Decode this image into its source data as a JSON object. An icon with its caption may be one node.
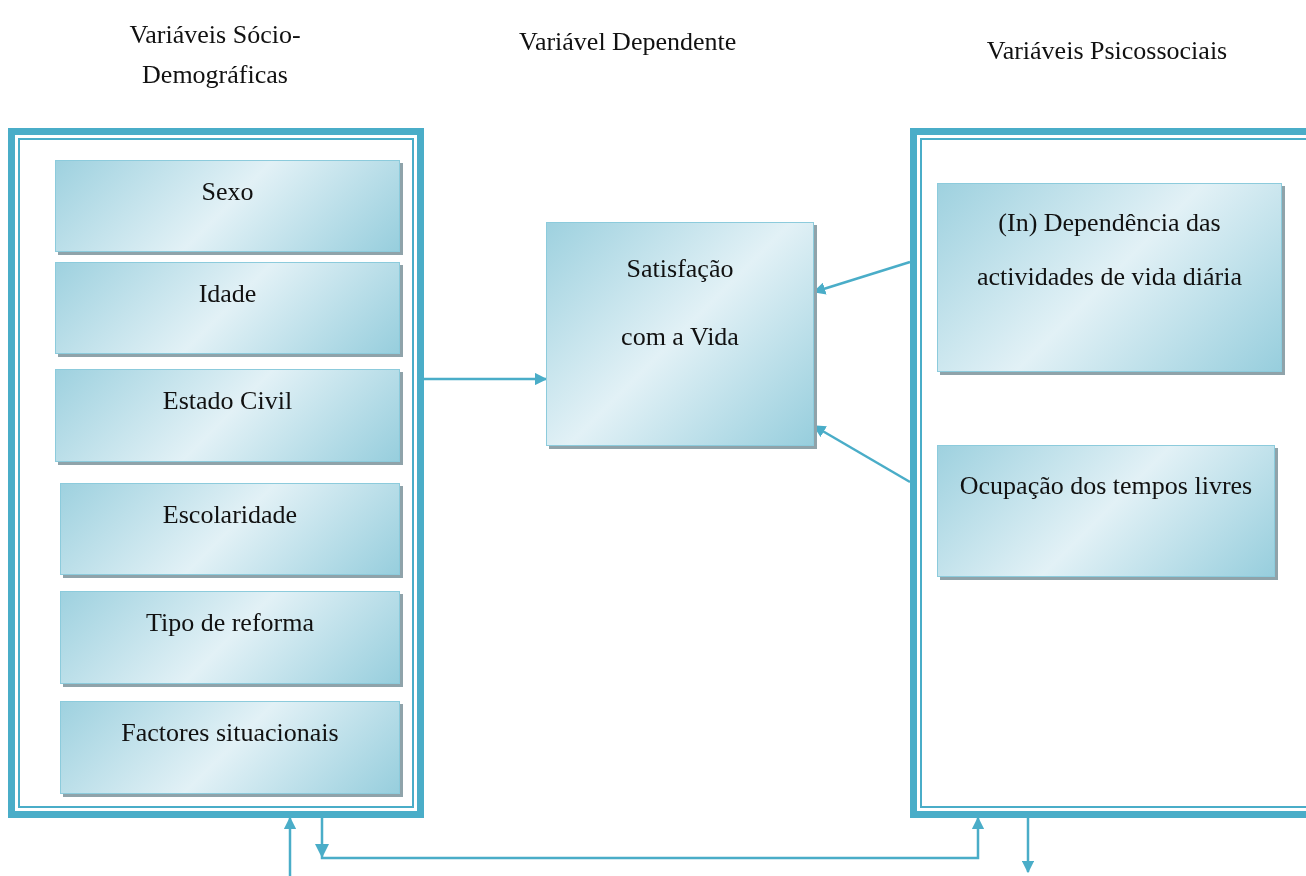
{
  "diagram": {
    "nodes": [
      {
        "text": [
          "Variáveis Sócio-Demográficas"
        ]
      },
      {
        "text": [
          "Sexo"
        ],
        "in": 0
      },
      {
        "text": [
          "Idade"
        ],
        "in": 0
      },
      {
        "text": [
          "Estado Civil"
        ],
        "in": 0
      },
      {
        "text": [
          "Escolaridade"
        ],
        "in": 0
      },
      {
        "text": [
          "Tipo de reforma"
        ],
        "in": 0
      },
      {
        "text": [
          "Factores situacionais"
        ],
        "in": 0
      },
      {
        "text": [
          "Satisfação com a Vida"
        ]
      },
      {
        "text": [
          "Variáveis Psicossociais"
        ]
      },
      {
        "text": [
          "(In) Dependência das actividades de vida diária"
        ],
        "in": 8
      },
      {
        "text": [
          "Ocupação dos tempos livres"
        ],
        "in": 8
      }
    ],
    "edges": [
      {
        "from": 0,
        "to": 7,
        "arrow": "to"
      },
      {
        "from": 8,
        "to": 7,
        "arrow": "to"
      },
      {
        "from": 8,
        "to": 7,
        "arrow": "to"
      },
      {
        "from": null,
        "to": 0,
        "arrow": "to"
      },
      {
        "from": 0,
        "to": 8,
        "arrow": "to"
      },
      {
        "from": 8,
        "to": null,
        "arrow": "to"
      }
    ],
    "labels": [
      "Variável Dependente"
    ]
  }
}
